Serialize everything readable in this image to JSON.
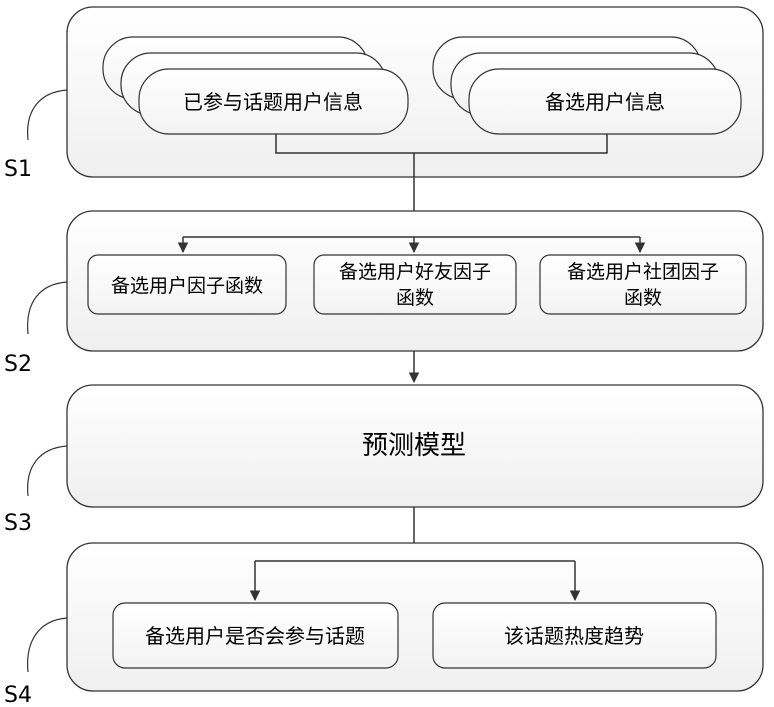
{
  "steps": {
    "s1": {
      "label": "S1",
      "box_left": "已参与话题用户信息",
      "box_right": "备选用户信息"
    },
    "s2": {
      "label": "S2",
      "box_1": "备选用户因子函数",
      "box_2_line1": "备选用户好友因子",
      "box_2_line2": "函数",
      "box_3_line1": "备选用户社团因子",
      "box_3_line2": "函数"
    },
    "s3": {
      "label": "S3",
      "title": "预测模型"
    },
    "s4": {
      "label": "S4",
      "box_left": "备选用户是否会参与话题",
      "box_right": "该话题热度趋势"
    }
  },
  "colors": {
    "panel_fill": "#f6f6f6",
    "box_fill": "#ffffff",
    "stroke": "#333333"
  }
}
